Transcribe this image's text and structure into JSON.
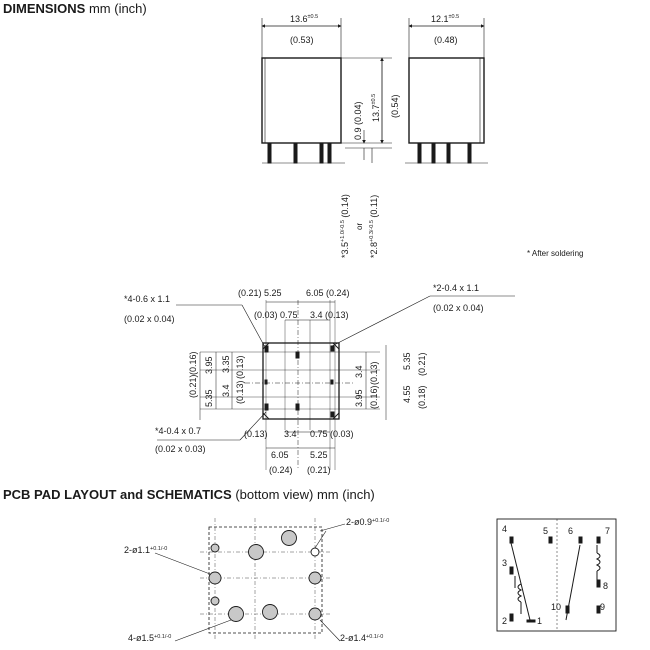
{
  "dimensions": {
    "title": "DIMENSIONS",
    "unit": "mm  (inch)",
    "width_front": "13.6",
    "width_front_tol": "±0.5",
    "width_front_in": "(0.53)",
    "width_side": "12.1",
    "width_side_tol": "±0.5",
    "width_side_in": "(0.48)",
    "pin_gap": "0.9 (0.04)",
    "height": "13.7",
    "height_tol": "±0.5",
    "height_in": "(0.54)",
    "pin_len_a": "*3.5",
    "pin_len_a_tol": "+1.0/-0.5",
    "pin_len_a_in": "(0.14)",
    "or": "or",
    "pin_len_b": "*2.8",
    "pin_len_b_tol": "+0.3/-0.5",
    "pin_len_b_in": "(0.11)",
    "after_soldering": "* After soldering"
  },
  "bottom": {
    "pin_a": "*4-0.6 x 1.1",
    "pin_a_in": "(0.02 x 0.04)",
    "pin_b": "*2-0.4 x 1.1",
    "pin_b_in": "(0.02 x 0.04)",
    "pin_c": "*4-0.4 x 0.7",
    "pin_c_in": "(0.02 x 0.03)",
    "top_left_a": "(0.21) 5.25",
    "top_right_a": "6.05 (0.24)",
    "top_b1": "(0.03)",
    "top_b2": "0.75",
    "top_b3": "3.4 (0.13)",
    "left_in_outer": "(0.21)",
    "left_in_mid": "(0.16)",
    "left_mm_top": "3.95",
    "left_mm_3_35": "3.35",
    "left_in_3_35": "(0.13)",
    "left_mm_3_4": "3.4",
    "left_in_3_4": "(0.13)",
    "left_mm_5_35": "5.35",
    "right_3_4": "3.4",
    "right_0_13": "(0.13)",
    "right_3_95": "3.95",
    "right_0_16": "(0.16)",
    "right_5_35": "5.35",
    "right_0_21": "(0.21)",
    "right_4_55": "4.55",
    "right_0_18": "(0.18)",
    "bot_0_13": "(0.13)",
    "bot_3_4": "3.4",
    "bot_0_75": "0.75",
    "bot_0_03": "(0.03)",
    "bot_6_05": "6.05",
    "bot_5_25": "5.25",
    "bot_0_24": "(0.24)",
    "bot_0_21": "(0.21)"
  },
  "pcb": {
    "title": "PCB  PAD  LAYOUT  and  SCHEMATICS",
    "subtitle": "(bottom view)  mm  (inch)",
    "hole_a": "2-ø0.9",
    "hole_a_tol": "+0.1/-0",
    "hole_b": "2-ø1.1",
    "hole_b_tol": "+0.1/-0",
    "hole_c": "4-ø1.5",
    "hole_c_tol": "+0.1/-0",
    "hole_d": "2-ø1.4",
    "hole_d_tol": "+0.1/-0"
  },
  "schematic": {
    "pins": [
      "4",
      "5",
      "6",
      "7",
      "3",
      "8",
      "2",
      "1",
      "10",
      "9"
    ]
  }
}
